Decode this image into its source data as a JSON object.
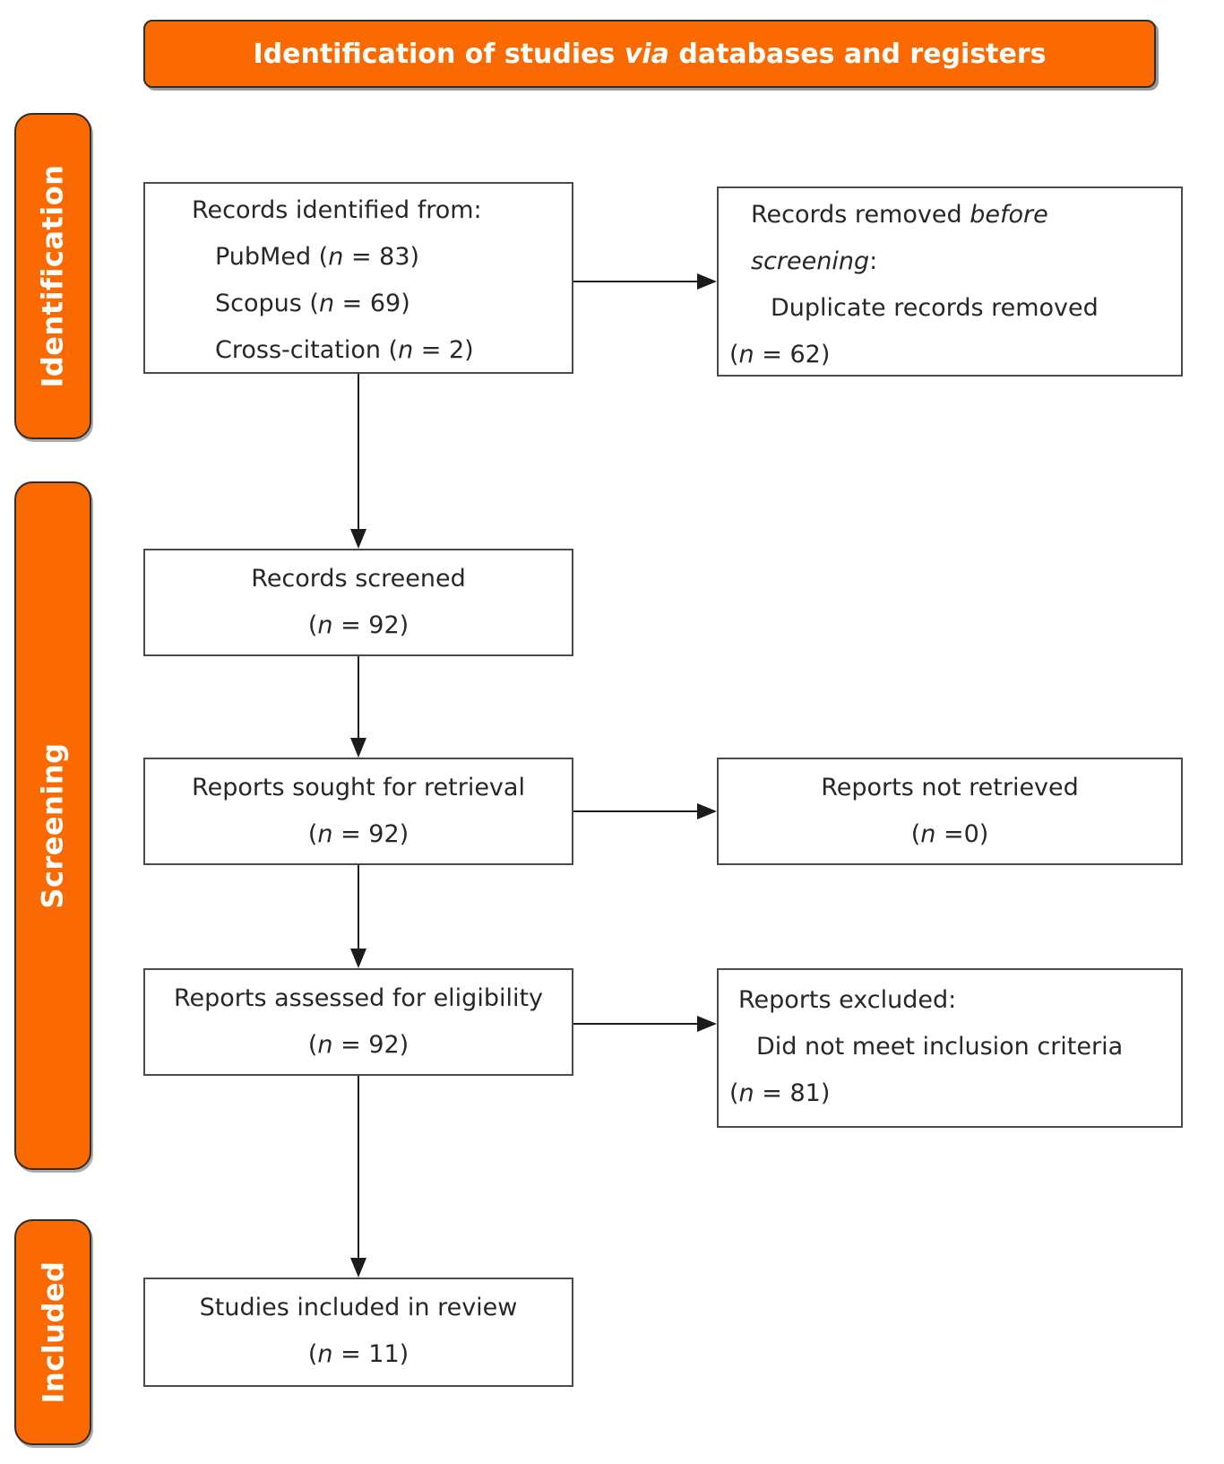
{
  "banner": {
    "text": "Identification of studies *via* databases and registers"
  },
  "sidebar": [
    {
      "id": "identification",
      "label": "Identification"
    },
    {
      "id": "screening",
      "label": "Screening"
    },
    {
      "id": "included",
      "label": "Included"
    }
  ],
  "colors": {
    "accent_orange": "#FB6A00",
    "box_border": "#4a4a4a",
    "box_text": "#2b2626",
    "arrow": "#1c1c1c",
    "banner_text": "#ffffff"
  },
  "boxes": [
    {
      "id": "records-identified",
      "align": "left",
      "lines": [
        {
          "text": "Records identified from:",
          "indent": 0
        },
        {
          "text": "PubMed (*n* = 83)",
          "indent": 1
        },
        {
          "text": "Scopus (*n* = 69)",
          "indent": 1
        },
        {
          "text": "Cross-citation (*n* = 2)",
          "indent": 1
        }
      ]
    },
    {
      "id": "records-removed",
      "align": "left",
      "lines": [
        {
          "text": "Records removed *before*",
          "indent": 0
        },
        {
          "text": "*screening*:",
          "indent": 0
        },
        {
          "text": "Duplicate records removed",
          "indent": 1
        },
        {
          "text": "(*n* = 62)",
          "indent": -1
        }
      ]
    },
    {
      "id": "records-screened",
      "align": "center",
      "lines": [
        {
          "text": "Records screened",
          "indent": 0
        },
        {
          "text": "(*n* = 92)",
          "indent": 0
        }
      ]
    },
    {
      "id": "reports-sought",
      "align": "center",
      "lines": [
        {
          "text": "Reports sought for retrieval",
          "indent": 0
        },
        {
          "text": "(*n* = 92)",
          "indent": 0
        }
      ]
    },
    {
      "id": "reports-not-retrieved",
      "align": "center",
      "lines": [
        {
          "text": "Reports not retrieved",
          "indent": 0
        },
        {
          "text": "(*n* =0)",
          "indent": 0
        }
      ]
    },
    {
      "id": "reports-assessed",
      "align": "center",
      "lines": [
        {
          "text": "Reports assessed for eligibility",
          "indent": 0
        },
        {
          "text": "(*n* = 92)",
          "indent": 0
        }
      ]
    },
    {
      "id": "reports-excluded",
      "align": "left",
      "lines": [
        {
          "text": "Reports excluded:",
          "indent": 0
        },
        {
          "text": "Did not meet inclusion criteria",
          "indent": 1
        },
        {
          "text": "(*n* = 81)",
          "indent": -1
        }
      ]
    },
    {
      "id": "studies-included",
      "align": "center",
      "lines": [
        {
          "text": "Studies included in review",
          "indent": 0
        },
        {
          "text": "(*n* = 11)",
          "indent": 0
        }
      ]
    }
  ]
}
